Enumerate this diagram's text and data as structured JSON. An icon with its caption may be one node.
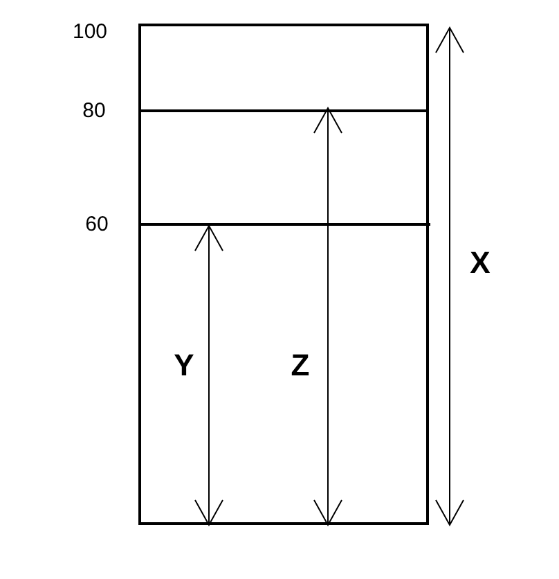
{
  "diagram": {
    "labels": [
      "100",
      "80",
      "60",
      "Y",
      "Z",
      "X"
    ]
  }
}
